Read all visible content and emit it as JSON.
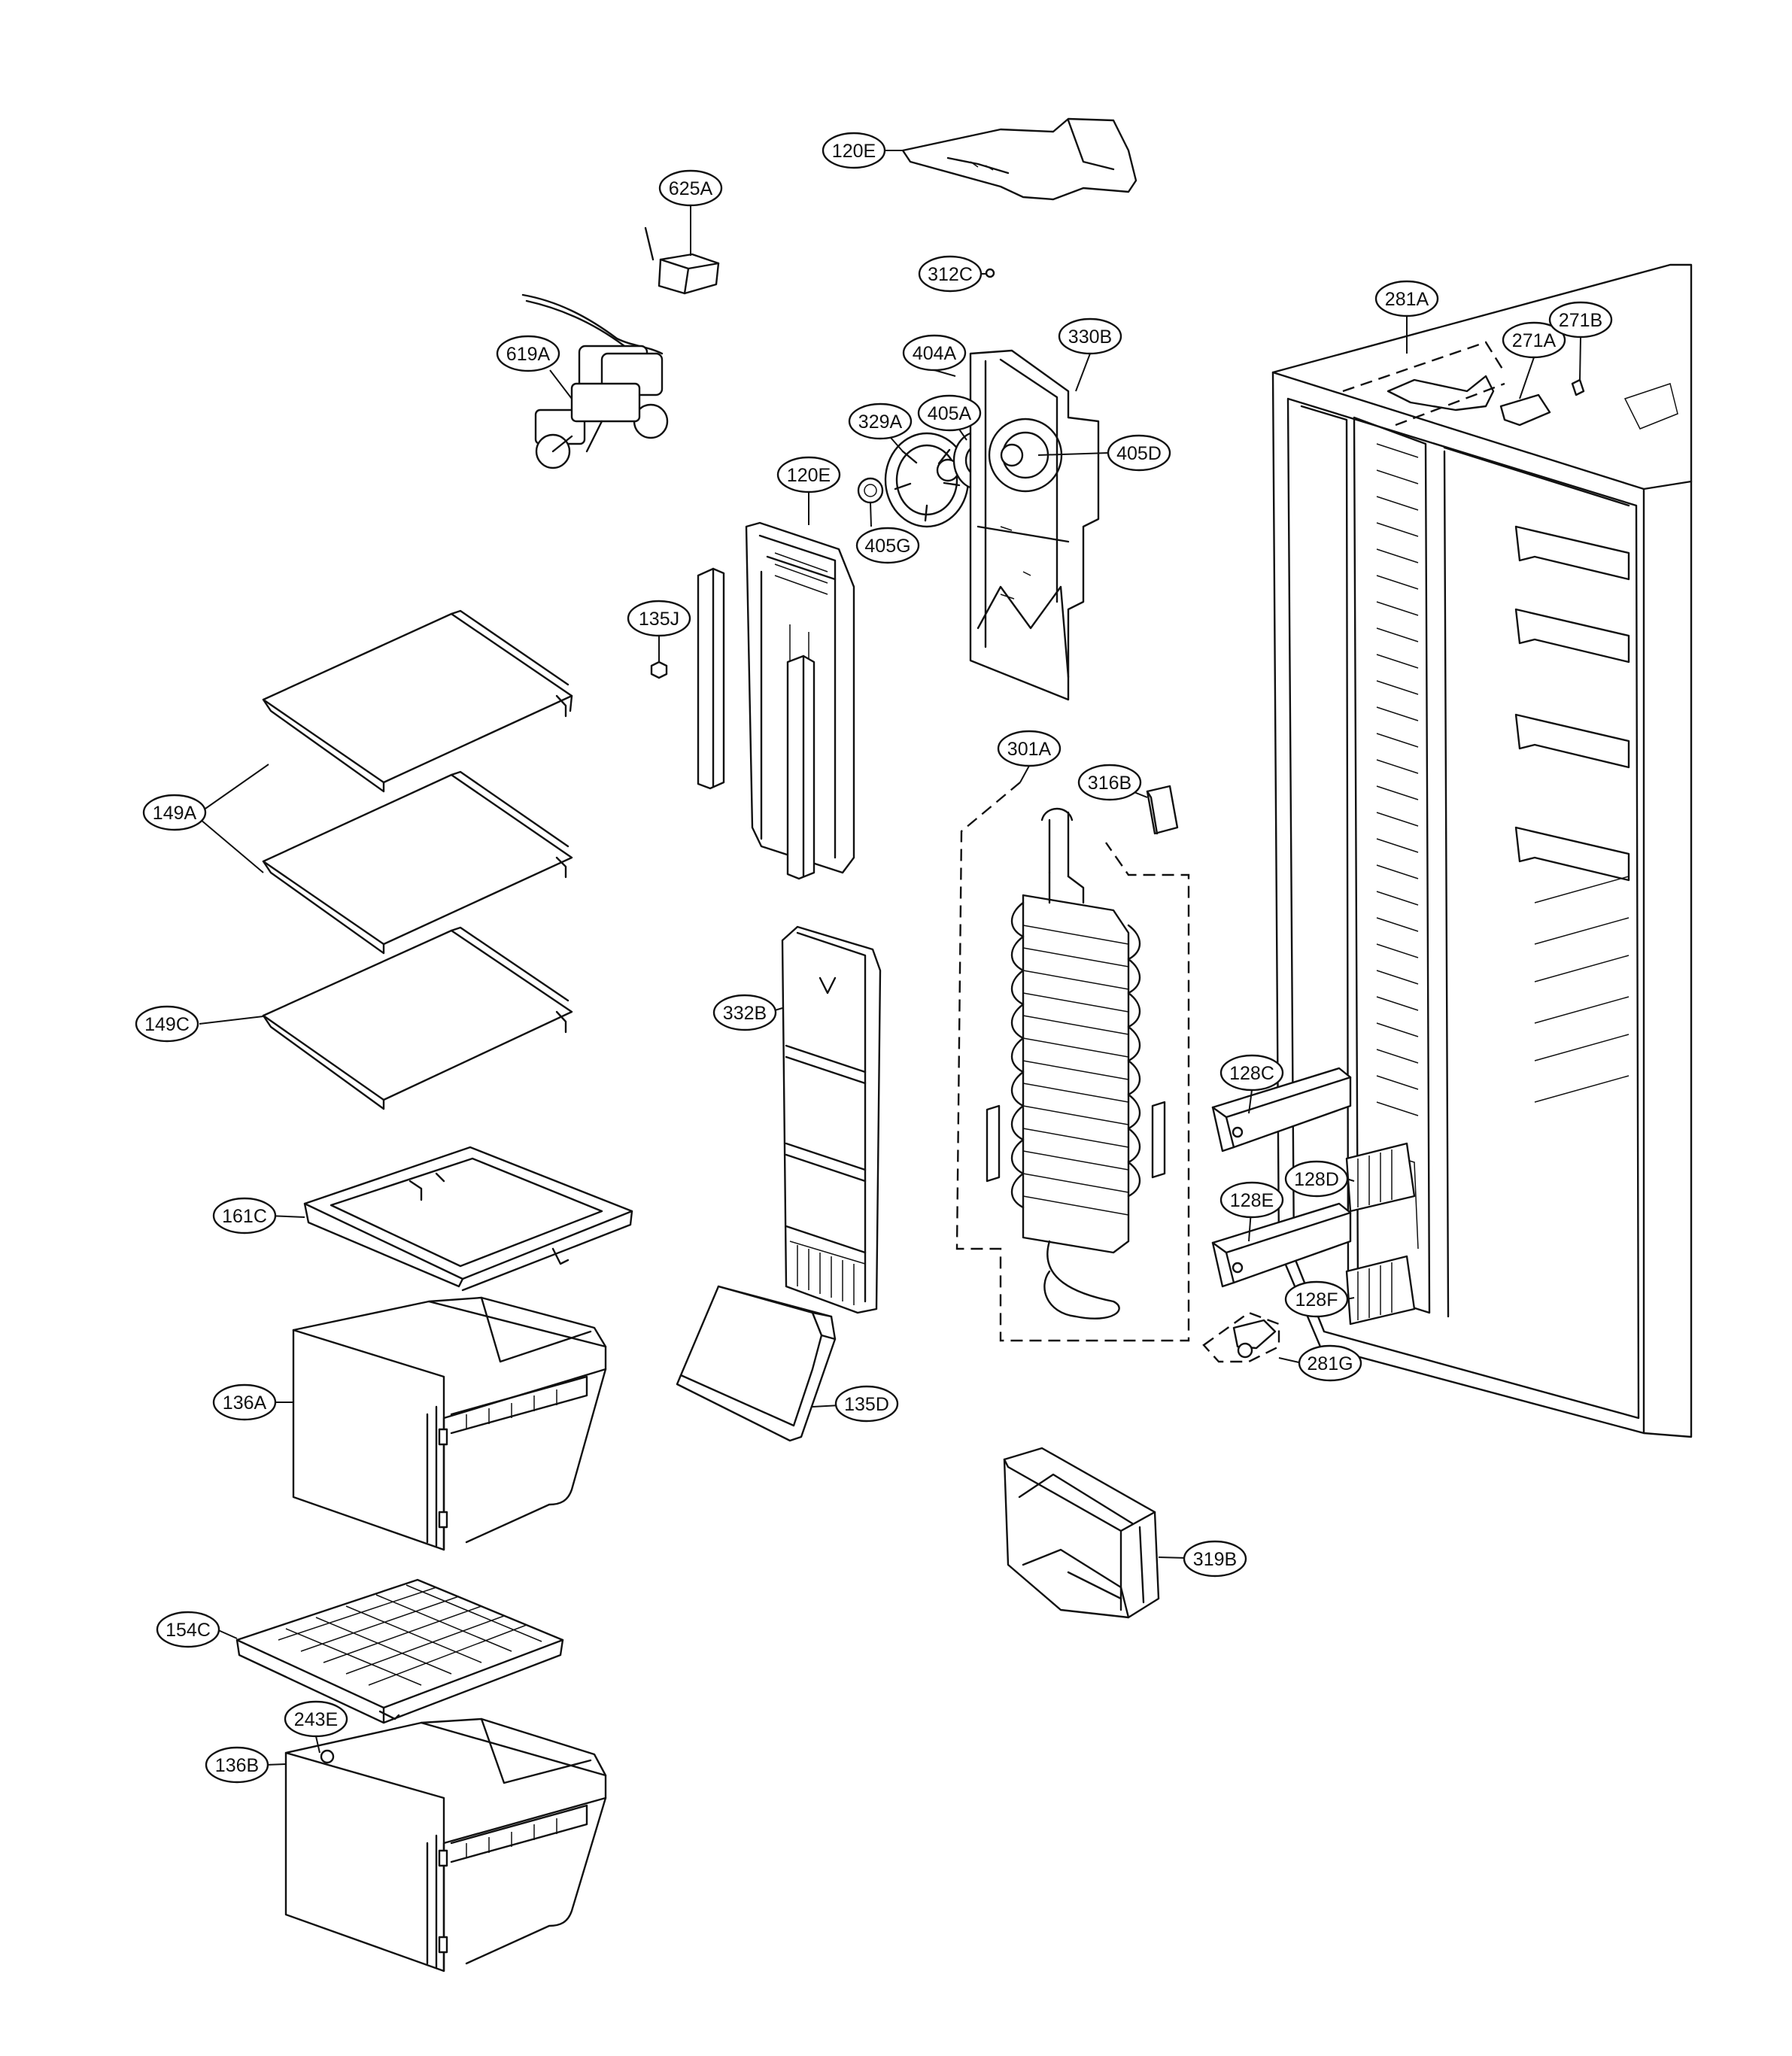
{
  "callouts": {
    "c120e_top": "120E",
    "c625a": "625A",
    "c312c": "312C",
    "c619a": "619A",
    "c404a": "404A",
    "c330b": "330B",
    "c405a": "405A",
    "c329a": "329A",
    "c405d": "405D",
    "c120e_mid": "120E",
    "c405g": "405G",
    "c135j": "135J",
    "c149a": "149A",
    "c149c": "149C",
    "c301a": "301A",
    "c316b": "316B",
    "c332b": "332B",
    "c161c": "161C",
    "c136a": "136A",
    "c135d": "135D",
    "c154c": "154C",
    "c243e": "243E",
    "c136b": "136B",
    "c319b": "319B",
    "c281a": "281A",
    "c271a": "271A",
    "c271b": "271B",
    "c128c": "128C",
    "c128d": "128D",
    "c128e": "128E",
    "c128f": "128F",
    "c281g": "281G"
  }
}
